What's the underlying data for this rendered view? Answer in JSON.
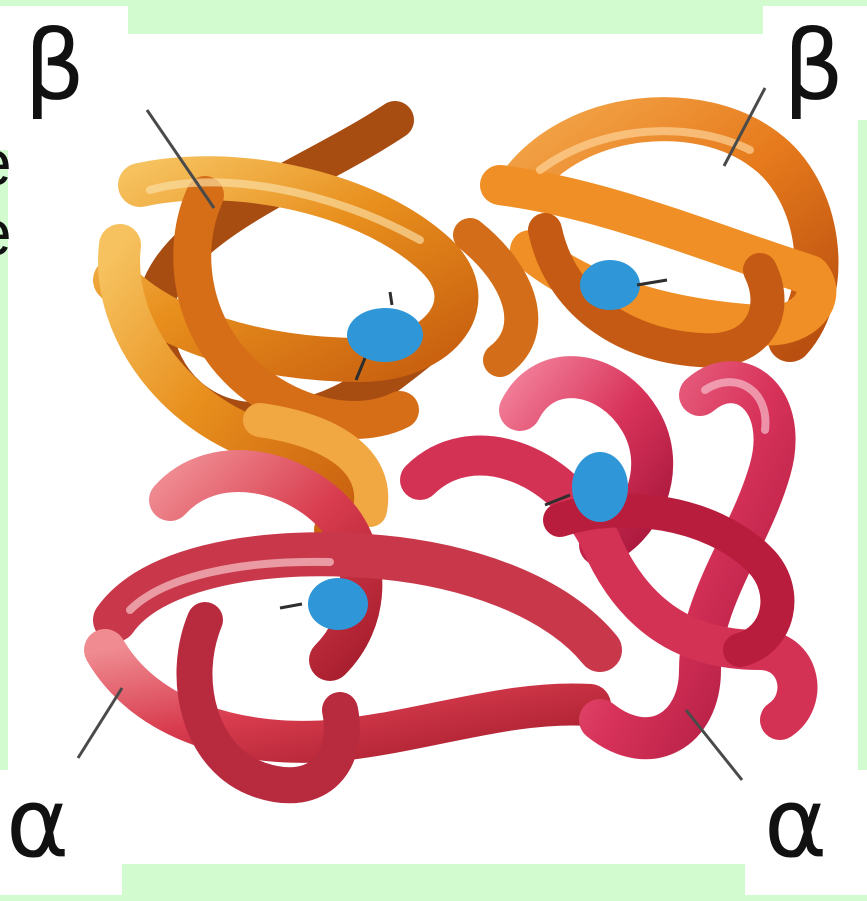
{
  "labels": {
    "top_left": "β",
    "top_right": "β",
    "bottom_left": "α",
    "bottom_right": "α"
  },
  "subunits": [
    {
      "name": "β",
      "color": "#e88f1d"
    },
    {
      "name": "β",
      "color": "#e67a1c"
    },
    {
      "name": "α",
      "color": "#d83c4e"
    },
    {
      "name": "α",
      "color": "#d8335a"
    }
  ],
  "heme_color": "#2f97d8",
  "background_color": "#d2fbd0",
  "clipped_text": {
    "line1": "e",
    "line2": "e"
  }
}
